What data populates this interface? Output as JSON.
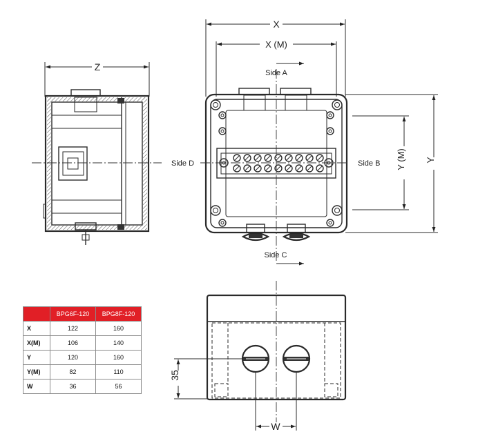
{
  "dimensions": {
    "x": "X",
    "x_m": "X (M)",
    "y": "Y",
    "y_m": "Y (M)",
    "z": "Z",
    "w": "W",
    "h35": "35"
  },
  "sides": {
    "a": "Side A",
    "b": "Side B",
    "c": "Side C",
    "d": "Side D"
  },
  "table": {
    "headers": [
      "",
      "BPG6F-120",
      "BPG8F-120"
    ],
    "rows": [
      {
        "label": "X",
        "values": [
          "122",
          "160"
        ]
      },
      {
        "label": "X(M)",
        "values": [
          "106",
          "140"
        ]
      },
      {
        "label": "Y",
        "values": [
          "120",
          "160"
        ]
      },
      {
        "label": "Y(M)",
        "values": [
          "82",
          "110"
        ]
      },
      {
        "label": "W",
        "values": [
          "36",
          "56"
        ]
      }
    ]
  },
  "colors": {
    "header_bg": "#e11f26",
    "header_text": "#ffffff",
    "line": "#2a2a2a"
  }
}
